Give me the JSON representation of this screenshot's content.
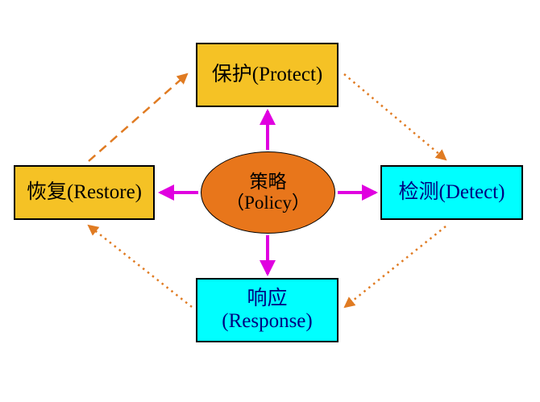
{
  "diagram": {
    "title": "Security policy cycle diagram",
    "background": "#ffffff",
    "nodes": [
      {
        "id": "protect",
        "lines": [
          "保护(Protect)"
        ],
        "shape": "rectangle",
        "fill": "#f5c225",
        "text_color": "#000000",
        "border_color": "#000000"
      },
      {
        "id": "restore",
        "lines": [
          "恢复(Restore)"
        ],
        "shape": "rectangle",
        "fill": "#f5c225",
        "text_color": "#000000",
        "border_color": "#000000"
      },
      {
        "id": "detect",
        "lines": [
          "检测(Detect)"
        ],
        "shape": "rectangle",
        "fill": "#00ffff",
        "text_color": "#000080",
        "border_color": "#000000"
      },
      {
        "id": "response",
        "lines": [
          "响应",
          "(Response)"
        ],
        "shape": "rectangle",
        "fill": "#00ffff",
        "text_color": "#000080",
        "border_color": "#000000"
      },
      {
        "id": "policy",
        "lines": [
          "策略",
          "（Policy）"
        ],
        "shape": "ellipse",
        "fill": "#e8761b",
        "text_color": "#000000",
        "border_color": "#000000"
      }
    ],
    "connectors": [
      {
        "id": "policy-to-protect",
        "from": "policy",
        "to": "protect",
        "style": "solid",
        "color": "#e000e0"
      },
      {
        "id": "policy-to-restore",
        "from": "policy",
        "to": "restore",
        "style": "solid",
        "color": "#e000e0"
      },
      {
        "id": "policy-to-detect",
        "from": "policy",
        "to": "detect",
        "style": "solid",
        "color": "#e000e0"
      },
      {
        "id": "policy-to-response",
        "from": "policy",
        "to": "response",
        "style": "solid",
        "color": "#e000e0"
      },
      {
        "id": "restore-to-protect",
        "from": "restore",
        "to": "protect",
        "style": "dashed",
        "color": "#e07b22"
      },
      {
        "id": "protect-to-detect",
        "from": "protect",
        "to": "detect",
        "style": "dotted",
        "color": "#e07b22"
      },
      {
        "id": "detect-to-response",
        "from": "detect",
        "to": "response",
        "style": "dotted",
        "color": "#e07b22"
      },
      {
        "id": "response-to-restore",
        "from": "response",
        "to": "restore",
        "style": "dotted",
        "color": "#e07b22"
      }
    ]
  }
}
